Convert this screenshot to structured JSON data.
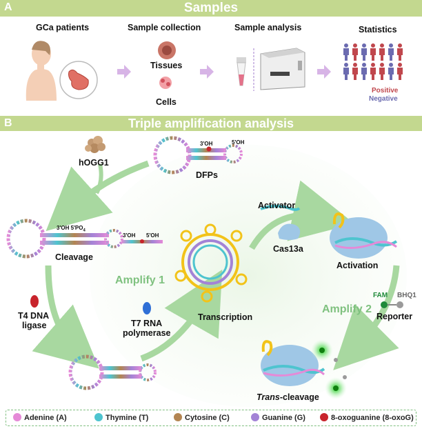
{
  "section_a": {
    "letter": "A",
    "title": "Samples",
    "steps": {
      "patients": "GCa patients",
      "collection": "Sample collection",
      "analysis": "Sample analysis",
      "statistics": "Statistics"
    },
    "tissues": "Tissues",
    "cells": "Cells",
    "positive": "Positive",
    "negative": "Negative"
  },
  "section_b": {
    "letter": "B",
    "title": "Triple amplification analysis",
    "hogg1": "hOGG1",
    "dfps": "DFPs",
    "oh3_top": "3'OH",
    "oh5_top": "5'OH",
    "cleavage_end": "3'OH 5'PO",
    "po4_sub": "4",
    "frag_oh3": "3'OH",
    "frag_oh5": "5'OH",
    "cleavage": "Cleavage",
    "t4_line1": "T4 DNA",
    "t4_line2": "ligase",
    "amplify1": "Amplify 1",
    "t7_line1": "T7 RNA",
    "t7_line2": "polymerase",
    "transcription": "Transcription",
    "activator": "Activator",
    "cas13a": "Cas13a",
    "activation": "Activation",
    "amplify2": "Amplify 2",
    "fam": "FAM",
    "bhq1": "BHQ1",
    "reporter": "Reporter",
    "trans_italic": "Trans",
    "trans_rest": "-cleavage"
  },
  "legend": [
    {
      "label": "Adenine (A)",
      "color": "#e58ad7"
    },
    {
      "label": "Thymine (T)",
      "color": "#4ec4cf"
    },
    {
      "label": "Cytosine (C)",
      "color": "#b38552"
    },
    {
      "label": "Guanine (G)",
      "color": "#a383d6"
    },
    {
      "label": "8-oxoguanine (8-oxoG)",
      "color": "#c8242c"
    }
  ],
  "colors": {
    "band": "#c3d88f",
    "arrow": "#a8d8a0",
    "process_arrow": "#d7b4e6",
    "positive": "#c0474d",
    "negative": "#6b6bb0",
    "hairpin_yellow": "#f2c319",
    "cas13a_blue": "#9fc7e6"
  }
}
